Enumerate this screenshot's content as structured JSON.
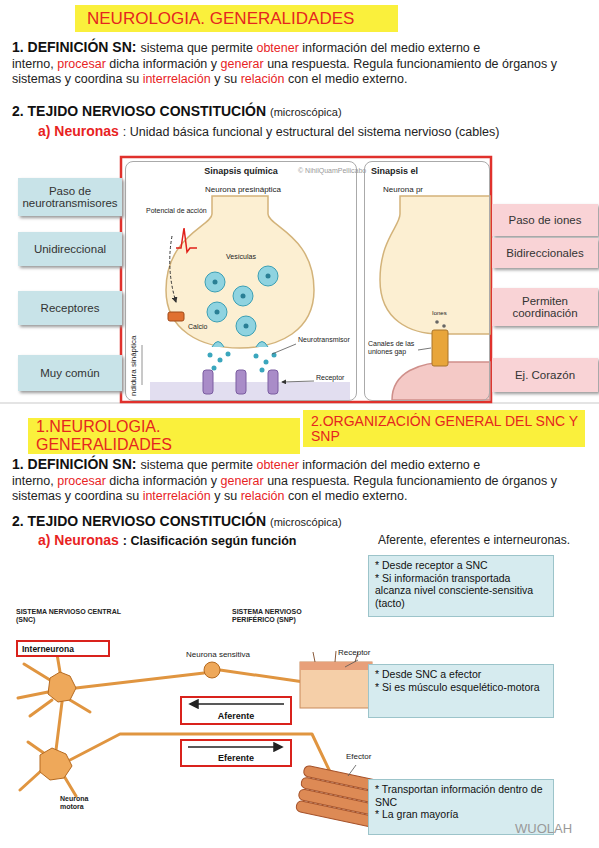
{
  "diagram": {
    "title": "NEUROLOGIA. GENERALIDADES",
    "nodes": [
      {
        "text": [
          "Sinapsis química"
        ]
      },
      {
        "text": [
          "Sinapsis el"
        ]
      },
      {
        "text": [
          "Paso de neurotransmisores"
        ]
      },
      {
        "text": [
          "Unidireccional"
        ]
      },
      {
        "text": [
          "Receptores"
        ]
      },
      {
        "text": [
          "Muy común"
        ]
      },
      {
        "text": [
          "Paso de iones"
        ]
      },
      {
        "text": [
          "Bidireccionales"
        ]
      },
      {
        "text": [
          "Permiten coordinación"
        ]
      },
      {
        "text": [
          "Ej. Corazón"
        ]
      },
      {
        "text": [
          "1.NEUROLOGIA. GENERALIDADES"
        ]
      },
      {
        "text": [
          "2.ORGANIZACIÓN GENERAL DEL SNC Y SNP"
        ]
      },
      {
        "text": [
          "* Desde receptor a SNC",
          "* Si información transportada alcanza nivel consciente-sensitiva (tacto)"
        ]
      },
      {
        "text": [
          "Interneurona"
        ]
      },
      {
        "text": [
          "* Desde SNC a efector",
          "* Si es músculo esquelético-motora"
        ]
      },
      {
        "text": [
          "Aferente"
        ]
      },
      {
        "text": [
          "Eferente"
        ]
      },
      {
        "text": [
          "* Transportan información dentro de SNC",
          "* La gran mayoría"
        ]
      }
    ],
    "labels": [
      "1. DEFINICIÓN SN:",
      "sistema que permite",
      "obtener",
      "información del medio externo e interno,",
      "procesar",
      "dicha información y",
      "generar",
      "una respuesta. Regula funcionamiento de órganos y sistemas y coordina su",
      "interrelación",
      "y su",
      "relación",
      "con el medio externo.",
      "2. TEJIDO NERVIOSO CONSTITUCIÓN",
      "(microscópica)",
      "a) Neuronas",
      ": Unidad básica funcional y estructural del sistema nervioso (cables)",
      "© NihilQuamPellicabo",
      "Neurona presináptica",
      "Potencial de acción",
      "Vesículas",
      "Calcio",
      "Neurotransmisor",
      "Receptor",
      "ndidura sináptica",
      "Neurona pr",
      "Iones",
      "Canales de las uniones gap",
      "1. DEFINICIÓN SN:",
      "sistema que permite",
      "obtener",
      "información del medio externo e interno,",
      "procesar",
      "dicha información y",
      "generar",
      "una respuesta. Regula funcionamiento de órganos y sistemas y coordina su",
      "interrelación",
      "y su",
      "relación",
      "con el medio externo.",
      "2. TEJIDO NERVIOSO CONSTITUCIÓN",
      "(microscópica)",
      "a) Neuronas",
      ": Clasificación según función",
      "Aferente, eferentes e interneuronas.",
      "SISTEMA NERVIOSO CENTRAL (SNC)",
      "SISTEMA NERVIOSO PERIFÉRICO (SNP)",
      "Neurona sensitiva",
      "Receptor",
      "Efector",
      "Neurona motora",
      "WUOLAH"
    ]
  }
}
